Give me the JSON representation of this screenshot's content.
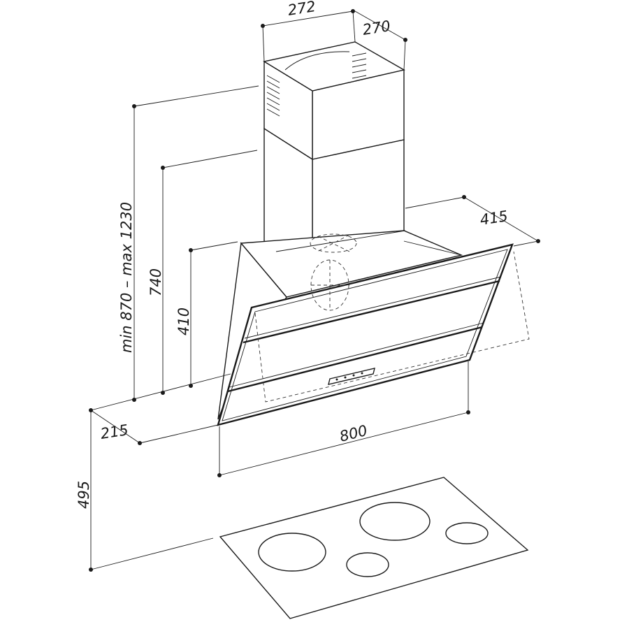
{
  "dimensions": {
    "chimney_width": "272",
    "chimney_depth": "270",
    "hood_depth": "415",
    "total_height": "min 870 – max 1230",
    "height_740": "740",
    "height_410": "410",
    "front_offset": "215",
    "hood_width": "800",
    "cooktop_distance": "495"
  },
  "colors": {
    "line": "#1a1a1a",
    "background": "#ffffff"
  }
}
